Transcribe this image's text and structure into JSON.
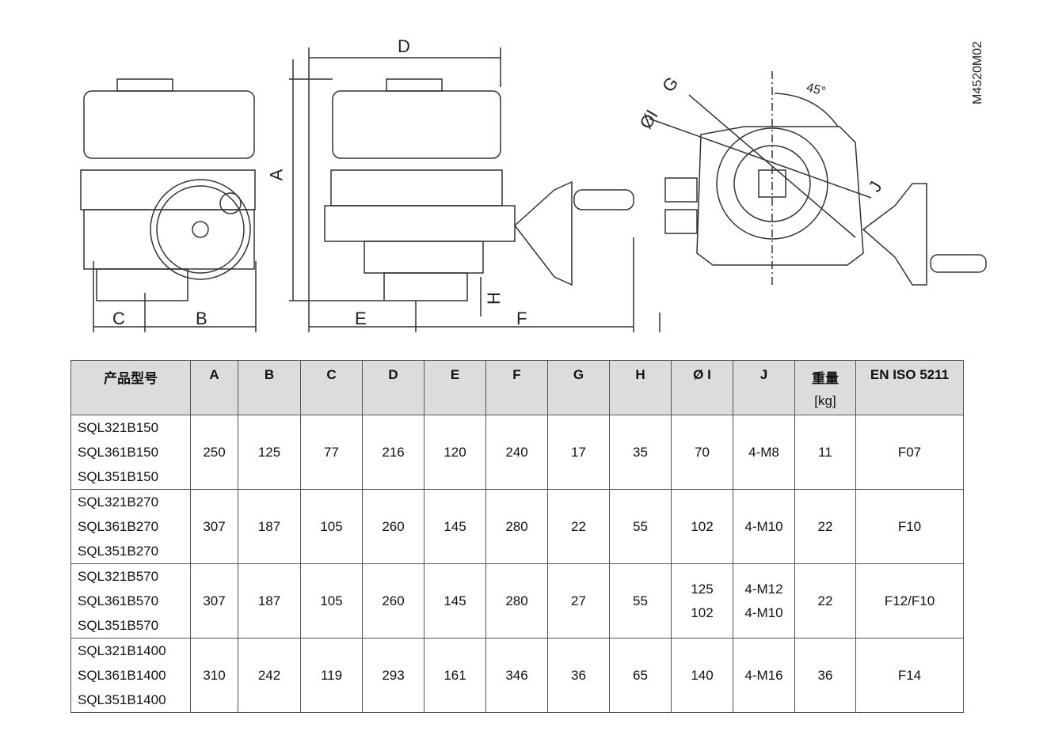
{
  "drawing": {
    "code": "M4520M02",
    "labels": {
      "A": "A",
      "B": "B",
      "C": "C",
      "D": "D",
      "E": "E",
      "F": "F",
      "G": "G",
      "H": "H",
      "I": "ØI",
      "J": "J",
      "angle": "45°"
    }
  },
  "table": {
    "headers": [
      "产品型号",
      "A",
      "B",
      "C",
      "D",
      "E",
      "F",
      "G",
      "H",
      "Ø I",
      "J",
      "重量",
      "EN ISO 5211"
    ],
    "weight_unit": "[kg]",
    "rows": [
      {
        "models": [
          "SQL321B150",
          "SQL361B150",
          "SQL351B150"
        ],
        "A": "250",
        "B": "125",
        "C": "77",
        "D": "216",
        "E": "120",
        "F": "240",
        "G": "17",
        "H": "35",
        "I": [
          "70"
        ],
        "J": [
          "4-M8"
        ],
        "W": "11",
        "ISO": "F07"
      },
      {
        "models": [
          "SQL321B270",
          "SQL361B270",
          "SQL351B270"
        ],
        "A": "307",
        "B": "187",
        "C": "105",
        "D": "260",
        "E": "145",
        "F": "280",
        "G": "22",
        "H": "55",
        "I": [
          "102"
        ],
        "J": [
          "4-M10"
        ],
        "W": "22",
        "ISO": "F10"
      },
      {
        "models": [
          "SQL321B570",
          "SQL361B570",
          "SQL351B570"
        ],
        "A": "307",
        "B": "187",
        "C": "105",
        "D": "260",
        "E": "145",
        "F": "280",
        "G": "27",
        "H": "55",
        "I": [
          "125",
          "102"
        ],
        "J": [
          "4-M12",
          "4-M10"
        ],
        "W": "22",
        "ISO": "F12/F10"
      },
      {
        "models": [
          "SQL321B1400",
          "SQL361B1400",
          "SQL351B1400"
        ],
        "A": "310",
        "B": "242",
        "C": "119",
        "D": "293",
        "E": "161",
        "F": "346",
        "G": "36",
        "H": "65",
        "I": [
          "140"
        ],
        "J": [
          "4-M16"
        ],
        "W": "36",
        "ISO": "F14"
      }
    ]
  }
}
